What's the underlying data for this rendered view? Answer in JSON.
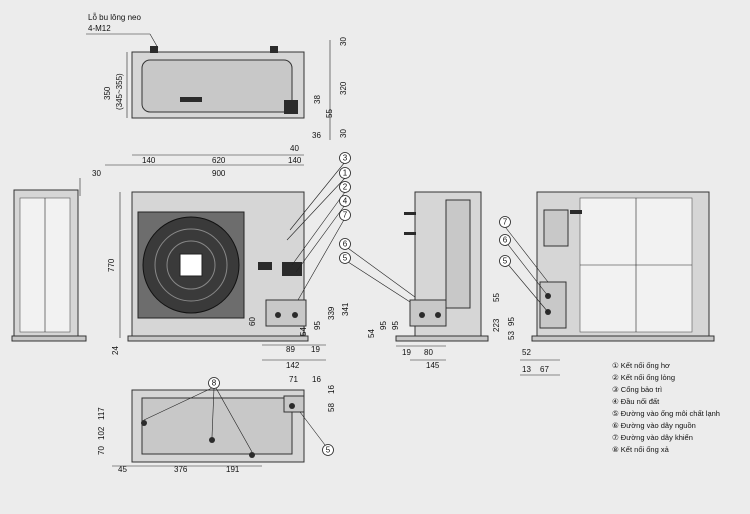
{
  "labels": {
    "bolt_hole": "Lỗ bu lông neo",
    "bolt_spec": "4-M12"
  },
  "top_view": {
    "dims": [
      "350",
      "(345~355)",
      "30",
      "320",
      "30",
      "38",
      "55",
      "36",
      "140",
      "620",
      "140",
      "900",
      "40"
    ]
  },
  "front_view": {
    "dims": [
      "770",
      "24",
      "60",
      "54",
      "95",
      "339",
      "341",
      "89",
      "19",
      "142"
    ]
  },
  "side_left": {
    "dims": [
      "30"
    ]
  },
  "side_mid": {
    "dims": [
      "54",
      "95",
      "95",
      "19",
      "80",
      "145"
    ]
  },
  "rear_view": {
    "dims": [
      "55",
      "223",
      "95",
      "53",
      "52",
      "13",
      "67"
    ]
  },
  "bottom_view": {
    "dims": [
      "117",
      "102",
      "70",
      "71",
      "16",
      "16",
      "58",
      "45",
      "376",
      "191"
    ]
  },
  "callouts": [
    "1",
    "2",
    "3",
    "4",
    "5",
    "6",
    "7",
    "8"
  ],
  "legend": [
    "① Kết nối ống hơ",
    "② Kết nối ống lỏng",
    "③ Cổng bảo trì",
    "④ Đầu nối đất",
    "⑤ Đường vào ống môi chất lạnh",
    "⑥ Đường vào dây nguồn",
    "⑦ Đường vào dây khiển",
    "⑧ Kết nối ống xả"
  ]
}
